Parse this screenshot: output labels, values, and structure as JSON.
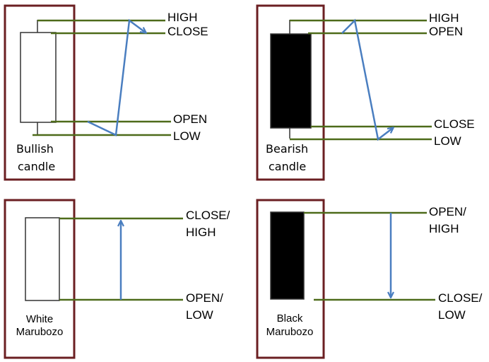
{
  "colors": {
    "frame": "#6b1f22",
    "level_line": "#4e6b1a",
    "price_path": "#4a7ec0",
    "black_body": "#000000",
    "white_body": "#ffffff"
  },
  "panels": {
    "bullish": {
      "caption_line1": "Bullish",
      "caption_line2": "candle",
      "labels": {
        "high": "HIGH",
        "close": "CLOSE",
        "open": "OPEN",
        "low": "LOW"
      }
    },
    "bearish": {
      "caption_line1": "Bearish",
      "caption_line2": "candle",
      "labels": {
        "high": "HIGH",
        "open": "OPEN",
        "close": "CLOSE",
        "low": "LOW"
      }
    },
    "white_marubozo": {
      "caption_line1": "White",
      "caption_line2": "Marubozo",
      "labels": {
        "top_line1": "CLOSE/",
        "top_line2": "HIGH",
        "bottom_line1": "OPEN/",
        "bottom_line2": "LOW"
      }
    },
    "black_marubozo": {
      "caption_line1": "Black",
      "caption_line2": "Marubozo",
      "labels": {
        "top_line1": "OPEN/",
        "top_line2": "HIGH",
        "bottom_line1": "CLOSE/",
        "bottom_line2": "LOW"
      }
    }
  }
}
